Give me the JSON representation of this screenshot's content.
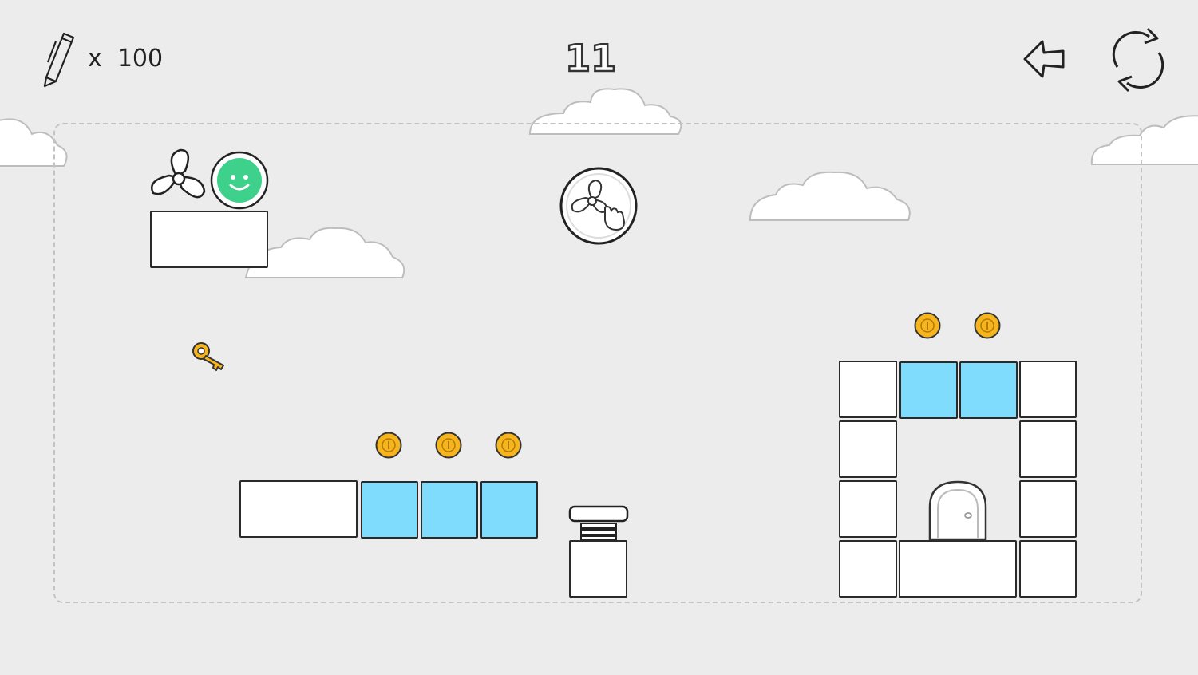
{
  "hud": {
    "pencil_icon": "pencil-icon",
    "pencil_count": "x  100",
    "level_number": "11",
    "back_icon": "back-arrow-icon",
    "restart_icon": "restart-icon"
  },
  "colors": {
    "background": "#ececec",
    "ice_block": "#7fdcfd",
    "player": "#3dd18c",
    "coin": "#f6b51e",
    "key": "#f6b51e",
    "outline": "#2a2a2a",
    "playfield_border": "#c3c3c3"
  },
  "level": {
    "player": {
      "type": "smiley-ball",
      "icon": "smiley-face-icon"
    },
    "fan": {
      "icon": "fan-icon"
    },
    "fan_button": {
      "icon": "fan-tap-button-icon"
    },
    "key": {
      "icon": "key-icon"
    },
    "door": {
      "icon": "door-icon"
    },
    "spring": {
      "icon": "spring-icon"
    },
    "coins_total": 5
  }
}
